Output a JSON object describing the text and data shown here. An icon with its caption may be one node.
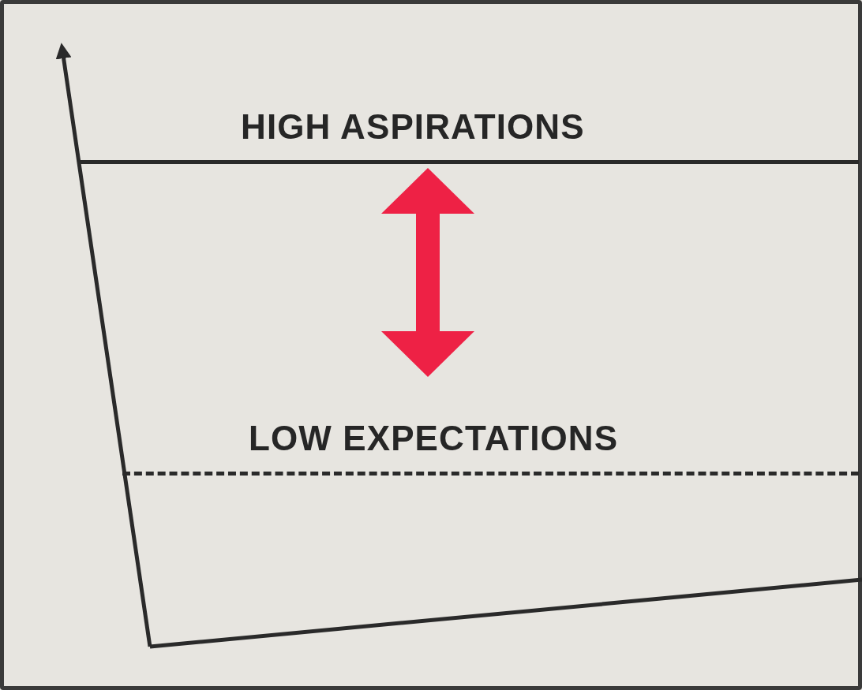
{
  "diagram": {
    "nodes": [
      {
        "text": [
          "HIGH ASPIRATIONS"
        ]
      },
      {
        "text": [
          "LOW EXPECTATIONS"
        ]
      }
    ],
    "edges": [
      {
        "from": 0,
        "to": 1,
        "arrow": "both",
        "color": "#ee2145"
      }
    ]
  }
}
